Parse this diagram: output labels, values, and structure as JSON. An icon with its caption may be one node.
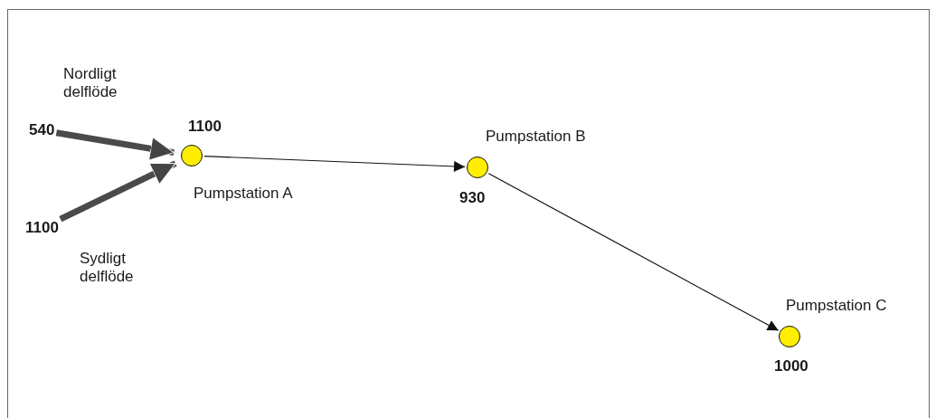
{
  "diagram": {
    "nodes": [
      {
        "text": [],
        "shape": "circle",
        "beside": [
          "1100",
          "Pumpstation A"
        ]
      },
      {
        "text": [],
        "shape": "circle",
        "beside": [
          "Pumpstation B",
          "930"
        ]
      },
      {
        "text": [],
        "shape": "circle",
        "beside": [
          "Pumpstation C",
          "1000"
        ]
      },
      {
        "text": [
          "540"
        ],
        "beside": [
          "Nordligt delflöde"
        ]
      },
      {
        "text": [
          "1100"
        ],
        "beside": [
          "Sydligt delflöde"
        ]
      }
    ],
    "edges": [
      {
        "from": 3,
        "to": 0,
        "arrow": "to",
        "style": "thick"
      },
      {
        "from": 4,
        "to": 0,
        "arrow": "to",
        "style": "thick"
      },
      {
        "from": 0,
        "to": 1,
        "arrow": "to"
      },
      {
        "from": 1,
        "to": 2,
        "arrow": "to"
      }
    ]
  }
}
